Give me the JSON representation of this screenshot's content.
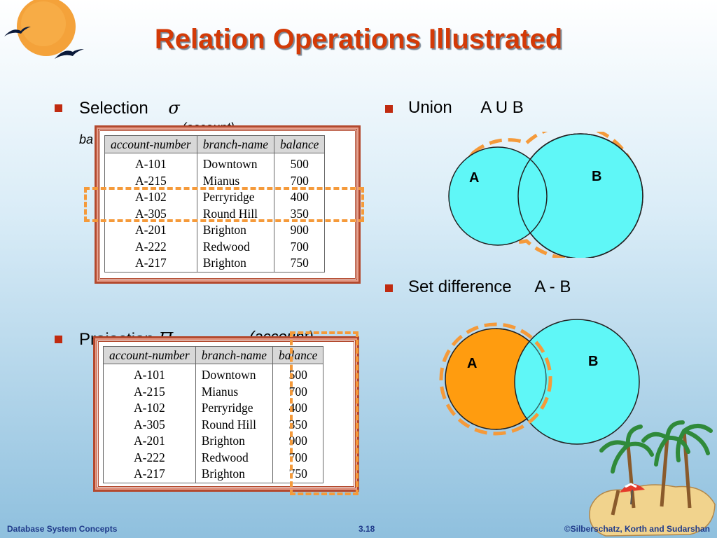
{
  "title": "Relation Operations Illustrated",
  "selection": {
    "label": "Selection",
    "symbol": "σ",
    "subtext": "ba",
    "subscript_tail": "(account)"
  },
  "projection": {
    "label": "Projection",
    "symbol": "Π",
    "subscript_tail": "(account)"
  },
  "union": {
    "label": "Union",
    "expr": "A U B",
    "circle_a": "A",
    "circle_b": "B"
  },
  "difference": {
    "label": "Set difference",
    "expr": "A - B",
    "circle_a": "A",
    "circle_b": "B"
  },
  "table": {
    "headers": [
      "account-number",
      "branch-name",
      "balance"
    ],
    "rows": [
      [
        "A-101",
        "Downtown",
        "500"
      ],
      [
        "A-215",
        "Mianus",
        "700"
      ],
      [
        "A-102",
        "Perryridge",
        "400"
      ],
      [
        "A-305",
        "Round Hill",
        "350"
      ],
      [
        "A-201",
        "Brighton",
        "900"
      ],
      [
        "A-222",
        "Redwood",
        "700"
      ],
      [
        "A-217",
        "Brighton",
        "750"
      ]
    ]
  },
  "footer": {
    "left": "Database System Concepts",
    "center": "3.18",
    "right": "©Silberschatz, Korth and Sudarshan"
  },
  "colors": {
    "title": "#d33a07",
    "dash": "#f59a3a",
    "circle": "#5ff7f7",
    "orange": "#ff9c0f",
    "bullet": "#c02b10",
    "footer": "#1f3a8a"
  }
}
